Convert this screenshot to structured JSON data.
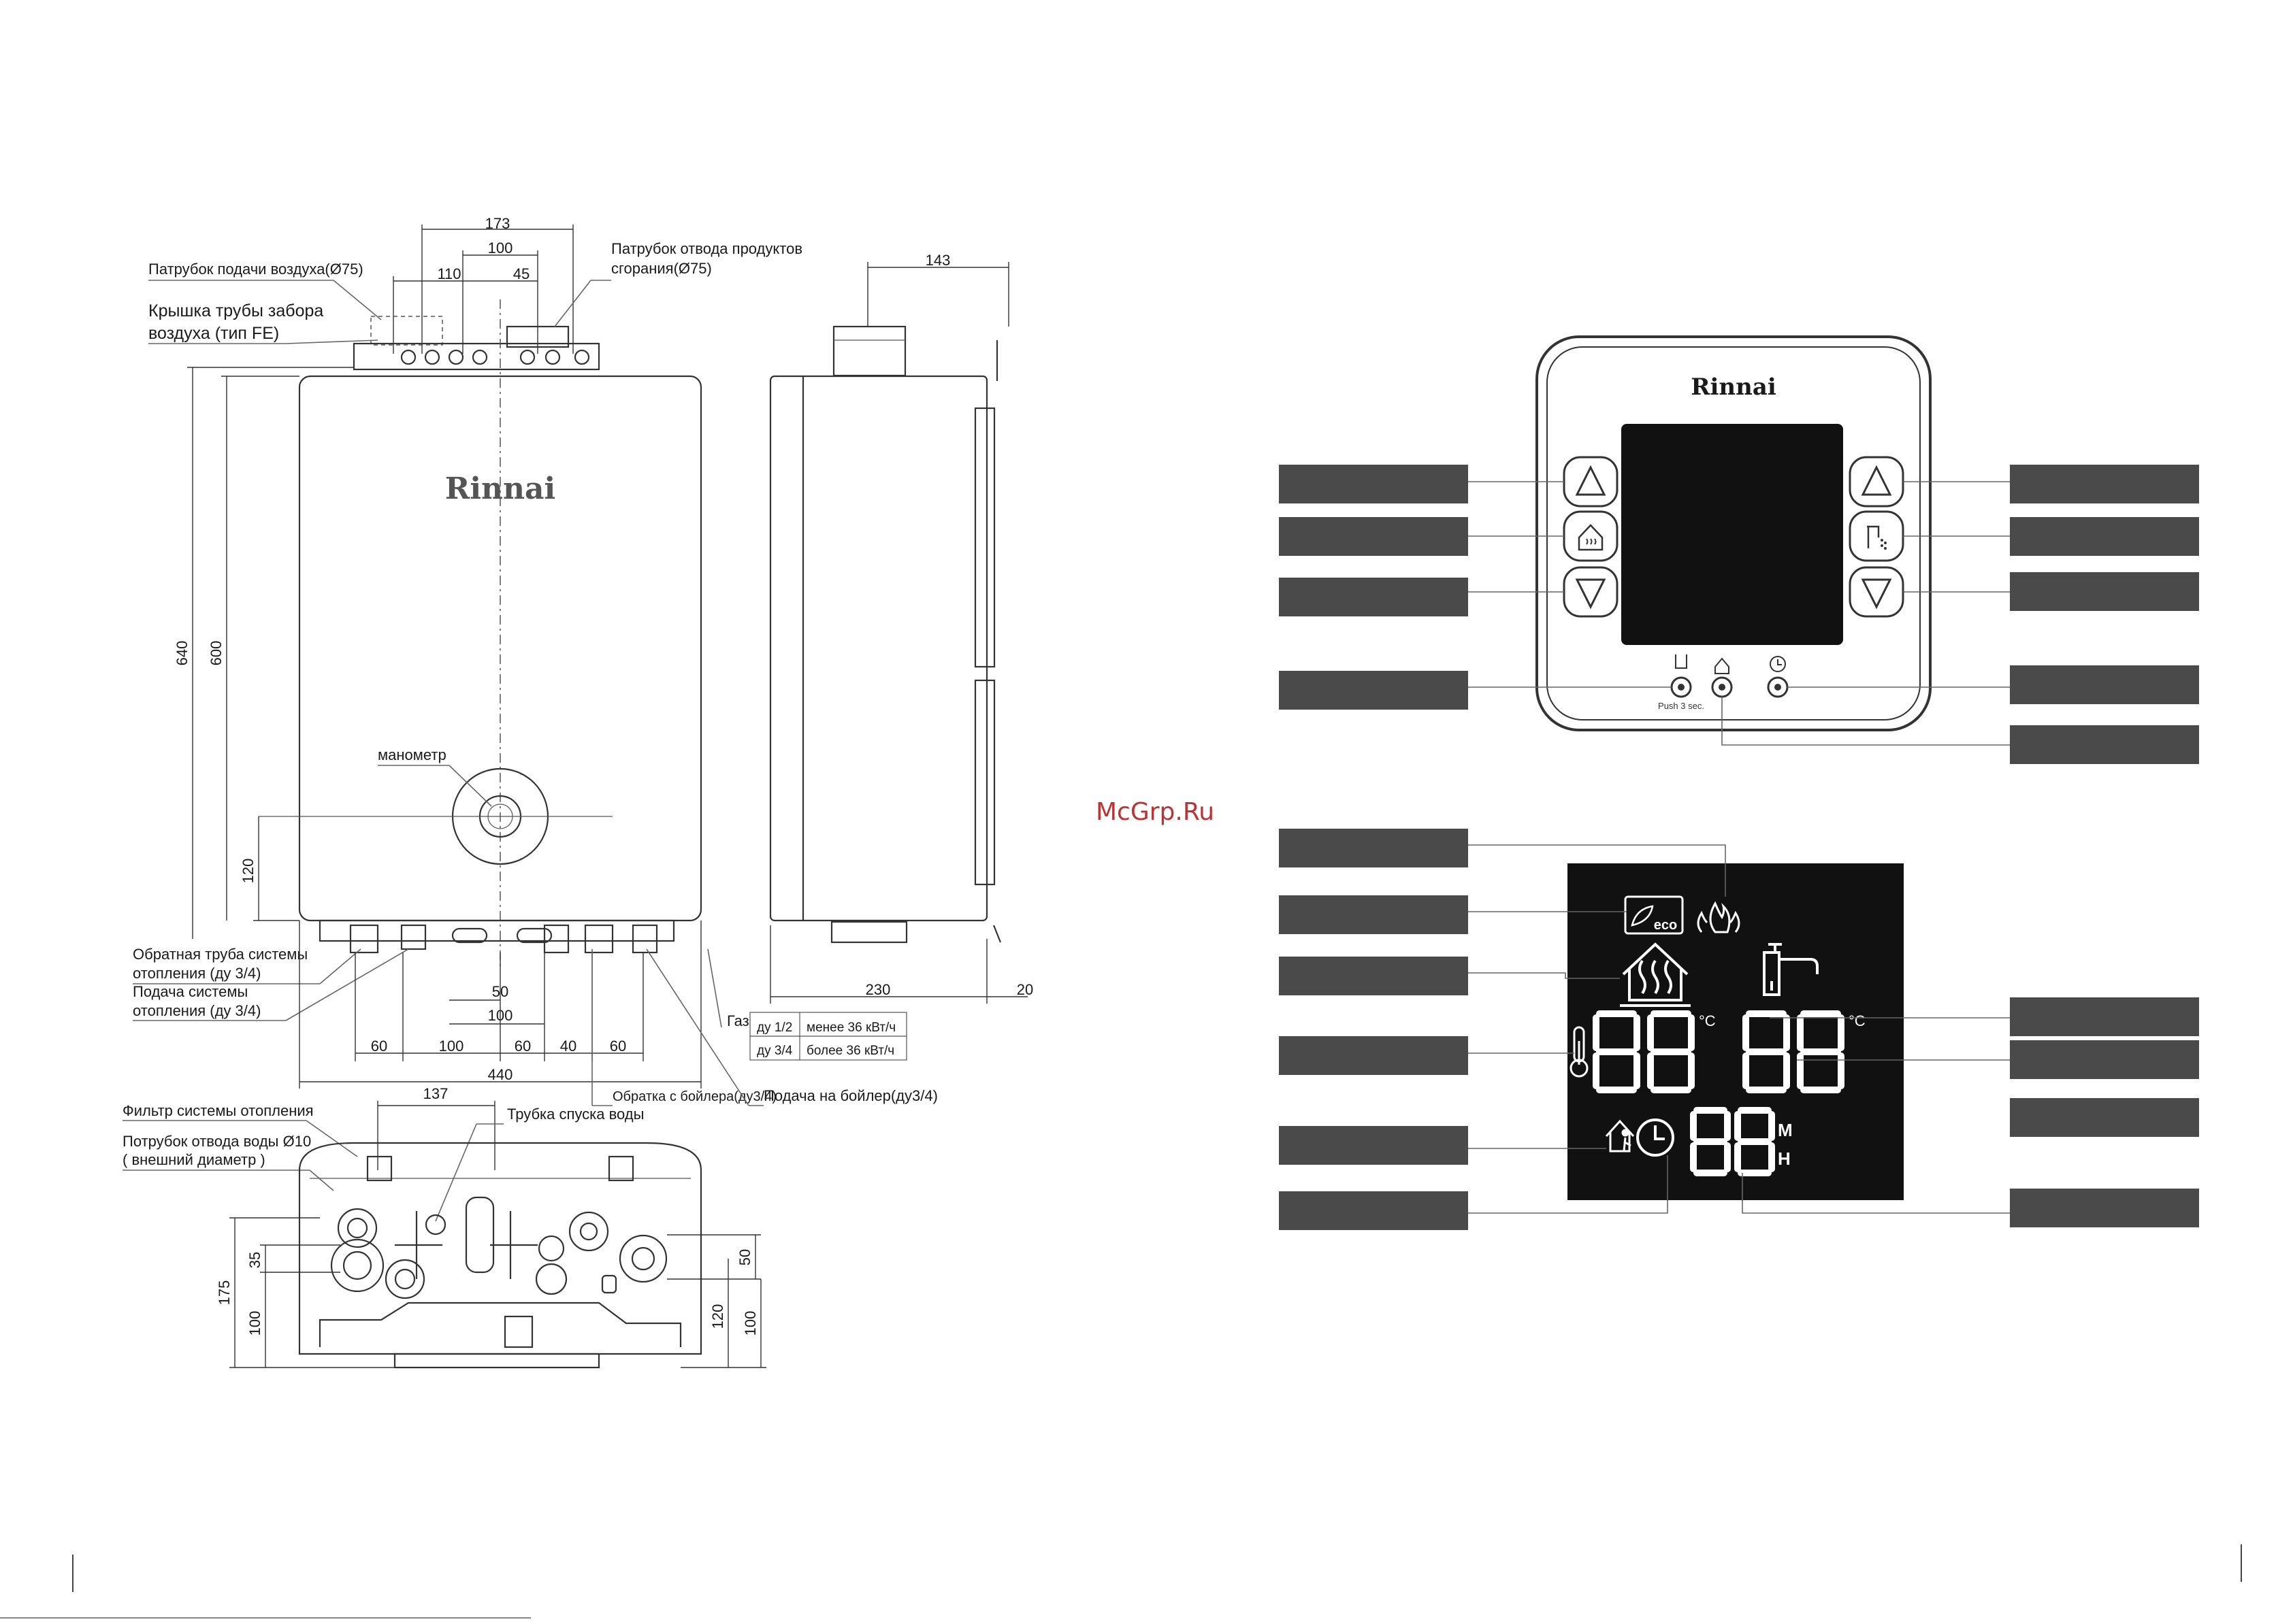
{
  "front_view": {
    "dim_173": "173",
    "dim_100_top": "100",
    "dim_110": "110",
    "dim_45": "45",
    "dim_143": "143",
    "dim_640": "640",
    "dim_600": "600",
    "dim_120_left": "120",
    "dim_230": "230",
    "dim_20": "20",
    "dim_50_mid": "50",
    "dim_100_mid": "100",
    "bottom_dims": [
      "60",
      "100",
      "60",
      "40",
      "60"
    ],
    "dim_440": "440",
    "label_air_inlet": "Патрубок подачи воздуха(Ø75)",
    "label_air_cap_1": "Крышка трубы забора",
    "label_air_cap_2": "воздуха (тип FE)",
    "label_flue_1": "Патрубок отвода продуктов",
    "label_flue_2": "сгорания(Ø75)",
    "brand": "Rinnai",
    "label_manometer": "манометр",
    "label_return_1": "Обратная труба системы",
    "label_return_2": "отопления (ду 3/4)",
    "label_supply_1": "Подача системы",
    "label_supply_2": "отопления (ду 3/4)",
    "label_boiler_return": "Обратка с бойлера(ду3/4)",
    "label_boiler_supply": "Подача на бойлер(ду3/4)"
  },
  "gas_table": {
    "label": "Газ",
    "rows": [
      {
        "size": "ду 1/2",
        "power": "менее 36 кВт/ч"
      },
      {
        "size": "ду 3/4",
        "power": "более 36 кВт/ч"
      }
    ]
  },
  "bottom_view": {
    "label_filter": "Фильтр системы отопления",
    "label_drain_1": "Потрубок отвода воды Ø10",
    "label_drain_2": "( внешний диаметр )",
    "dim_137": "137",
    "label_drain_tube": "Трубка спуска воды",
    "dim_35": "35",
    "dim_175": "175",
    "dim_100_left": "100",
    "dim_50_right": "50",
    "dim_120_right": "120",
    "dim_100_right": "100"
  },
  "controller": {
    "brand": "Rinnai",
    "push_label": "Push 3 sec."
  },
  "display": {
    "eco_label": "eco",
    "digits_left": "88",
    "digits_right": "88",
    "digits_bottom": "88",
    "unit_c": "°C",
    "unit_m": "M",
    "unit_h": "H"
  },
  "watermark": "McGrp.Ru"
}
